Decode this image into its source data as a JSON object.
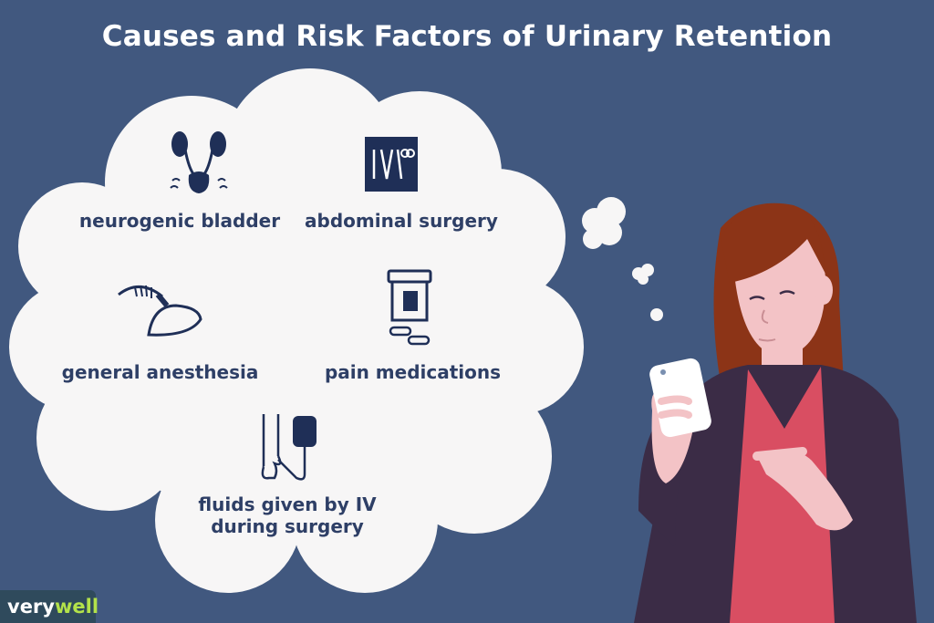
{
  "title": "Causes and Risk Factors of Urinary Retention",
  "causes": [
    {
      "label": "neurogenic bladder",
      "icon": "urinary-system-icon"
    },
    {
      "label": "abdominal surgery",
      "icon": "surgical-tools-icon"
    },
    {
      "label": "general anesthesia",
      "icon": "anesthesia-mask-icon"
    },
    {
      "label": "pain medications",
      "icon": "pill-bottle-icon"
    },
    {
      "label_line1": "fluids given by IV",
      "label_line2": "during surgery",
      "icon": "iv-drip-icon"
    }
  ],
  "brand": {
    "part1": "very",
    "part2": "well"
  },
  "colors": {
    "background": "#41587f",
    "cloud": "#f7f6f6",
    "text_dark": "#2e3f66",
    "hair": "#8c3417",
    "skin": "#f3c3c6",
    "jacket": "#3b2c46",
    "shirt": "#d94e62",
    "brand_accent": "#b3e24a"
  }
}
